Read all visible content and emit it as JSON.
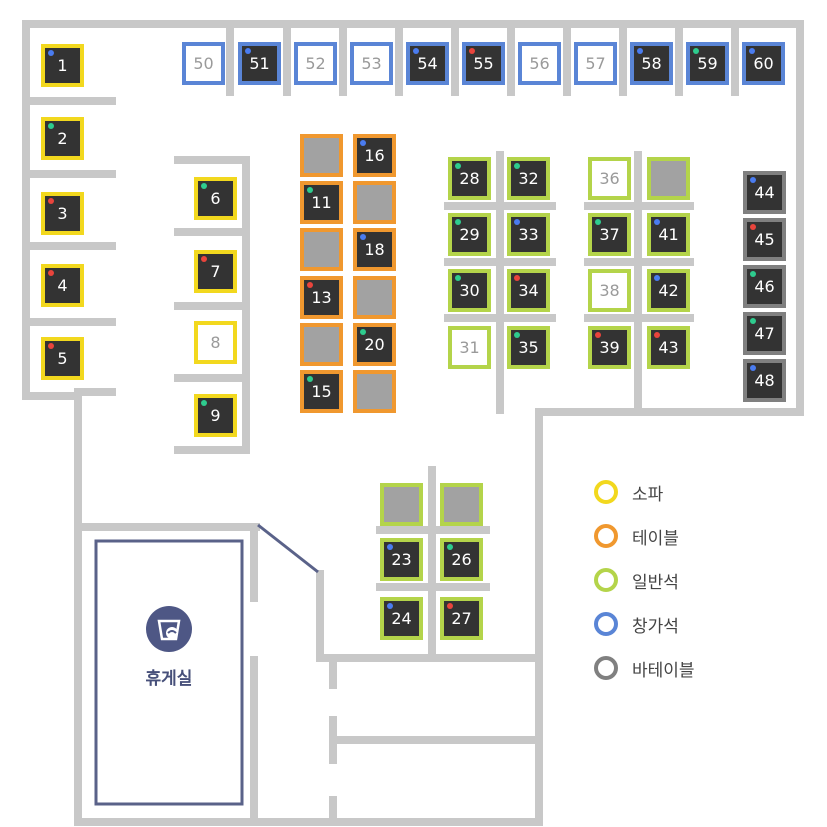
{
  "colors": {
    "wall": "#c8c8c8",
    "lounge_border": "#5a6289",
    "status_blue": "#4a7cf0",
    "status_green": "#2ecc8e",
    "status_red": "#e9443c"
  },
  "seat_types": {
    "sofa": {
      "label": "소파",
      "color": "#f2d81e"
    },
    "table": {
      "label": "테이블",
      "color": "#f0982f"
    },
    "general": {
      "label": "일반석",
      "color": "#b4d44a"
    },
    "window": {
      "label": "창가석",
      "color": "#5a85d6"
    },
    "bar_table": {
      "label": "바테이블",
      "color": "#808080"
    }
  },
  "legend_order": [
    "sofa",
    "table",
    "general",
    "window",
    "bar_table"
  ],
  "lounge": {
    "label": "휴게실",
    "icon": "lounge-cup-icon"
  },
  "seats": [
    {
      "num": "1",
      "type": "sofa",
      "occupied": true,
      "status": "blue"
    },
    {
      "num": "2",
      "type": "sofa",
      "occupied": true,
      "status": "green"
    },
    {
      "num": "3",
      "type": "sofa",
      "occupied": true,
      "status": "red"
    },
    {
      "num": "4",
      "type": "sofa",
      "occupied": true,
      "status": "red"
    },
    {
      "num": "5",
      "type": "sofa",
      "occupied": true,
      "status": "red"
    },
    {
      "num": "6",
      "type": "sofa",
      "occupied": true,
      "status": "green"
    },
    {
      "num": "7",
      "type": "sofa",
      "occupied": true,
      "status": "red"
    },
    {
      "num": "8",
      "type": "sofa",
      "occupied": false
    },
    {
      "num": "9",
      "type": "sofa",
      "occupied": true,
      "status": "green"
    },
    {
      "num": "",
      "type": "table",
      "blank": true
    },
    {
      "num": "16",
      "type": "table",
      "occupied": true,
      "status": "blue"
    },
    {
      "num": "11",
      "type": "table",
      "occupied": true,
      "status": "green"
    },
    {
      "num": "",
      "type": "table",
      "blank": true
    },
    {
      "num": "",
      "type": "table",
      "blank": true
    },
    {
      "num": "18",
      "type": "table",
      "occupied": true,
      "status": "blue"
    },
    {
      "num": "13",
      "type": "table",
      "occupied": true,
      "status": "red"
    },
    {
      "num": "",
      "type": "table",
      "blank": true
    },
    {
      "num": "",
      "type": "table",
      "blank": true
    },
    {
      "num": "20",
      "type": "table",
      "occupied": true,
      "status": "green"
    },
    {
      "num": "15",
      "type": "table",
      "occupied": true,
      "status": "green"
    },
    {
      "num": "",
      "type": "table",
      "blank": true
    },
    {
      "num": "28",
      "type": "general",
      "occupied": true,
      "status": "green"
    },
    {
      "num": "32",
      "type": "general",
      "occupied": true,
      "status": "green"
    },
    {
      "num": "29",
      "type": "general",
      "occupied": true,
      "status": "green"
    },
    {
      "num": "33",
      "type": "general",
      "occupied": true,
      "status": "blue"
    },
    {
      "num": "30",
      "type": "general",
      "occupied": true,
      "status": "green"
    },
    {
      "num": "34",
      "type": "general",
      "occupied": true,
      "status": "red"
    },
    {
      "num": "31",
      "type": "general",
      "occupied": false
    },
    {
      "num": "35",
      "type": "general",
      "occupied": true,
      "status": "green"
    },
    {
      "num": "36",
      "type": "general",
      "occupied": false
    },
    {
      "num": "",
      "type": "general",
      "blank": true
    },
    {
      "num": "37",
      "type": "general",
      "occupied": true,
      "status": "green"
    },
    {
      "num": "41",
      "type": "general",
      "occupied": true,
      "status": "blue"
    },
    {
      "num": "38",
      "type": "general",
      "occupied": false
    },
    {
      "num": "42",
      "type": "general",
      "occupied": true,
      "status": "blue"
    },
    {
      "num": "39",
      "type": "general",
      "occupied": true,
      "status": "red"
    },
    {
      "num": "43",
      "type": "general",
      "occupied": true,
      "status": "red"
    },
    {
      "num": "",
      "type": "general",
      "blank": true
    },
    {
      "num": "",
      "type": "general",
      "blank": true
    },
    {
      "num": "23",
      "type": "general",
      "occupied": true,
      "status": "blue"
    },
    {
      "num": "26",
      "type": "general",
      "occupied": true,
      "status": "green"
    },
    {
      "num": "24",
      "type": "general",
      "occupied": true,
      "status": "blue"
    },
    {
      "num": "27",
      "type": "general",
      "occupied": true,
      "status": "red"
    },
    {
      "num": "44",
      "type": "bar_table",
      "occupied": true,
      "status": "blue"
    },
    {
      "num": "45",
      "type": "bar_table",
      "occupied": true,
      "status": "red"
    },
    {
      "num": "46",
      "type": "bar_table",
      "occupied": true,
      "status": "green"
    },
    {
      "num": "47",
      "type": "bar_table",
      "occupied": true,
      "status": "green"
    },
    {
      "num": "48",
      "type": "bar_table",
      "occupied": true,
      "status": "blue"
    },
    {
      "num": "50",
      "type": "window",
      "occupied": false
    },
    {
      "num": "51",
      "type": "window",
      "occupied": true,
      "status": "blue"
    },
    {
      "num": "52",
      "type": "window",
      "occupied": false
    },
    {
      "num": "53",
      "type": "window",
      "occupied": false
    },
    {
      "num": "54",
      "type": "window",
      "occupied": true,
      "status": "blue"
    },
    {
      "num": "55",
      "type": "window",
      "occupied": true,
      "status": "red"
    },
    {
      "num": "56",
      "type": "window",
      "occupied": false
    },
    {
      "num": "57",
      "type": "window",
      "occupied": false
    },
    {
      "num": "58",
      "type": "window",
      "occupied": true,
      "status": "blue"
    },
    {
      "num": "59",
      "type": "window",
      "occupied": true,
      "status": "green"
    },
    {
      "num": "60",
      "type": "window",
      "occupied": true,
      "status": "blue"
    }
  ]
}
